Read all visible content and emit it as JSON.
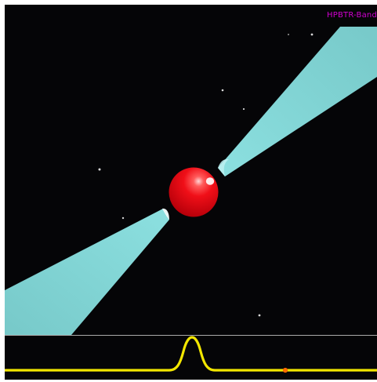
{
  "watermark": {
    "text": "HPBTR-Band"
  },
  "colors": {
    "background": "#050507",
    "beam": "#7ecfcf",
    "beam_highlight": "#b9f1f1",
    "pulsar": "#e10710",
    "pulsar_highlight": "#ffd6d6",
    "pulse_trace": "#f2e600",
    "observer_marker": "#ff6a00",
    "divider": "#a9a9a9",
    "watermark": "#d100d1"
  },
  "scene": {
    "objects": [
      "pulsar",
      "upper-right-beam",
      "lower-left-beam",
      "stars"
    ]
  },
  "profile": {
    "type": "line",
    "trace": "single-peak-pulse",
    "marker": "observer"
  }
}
